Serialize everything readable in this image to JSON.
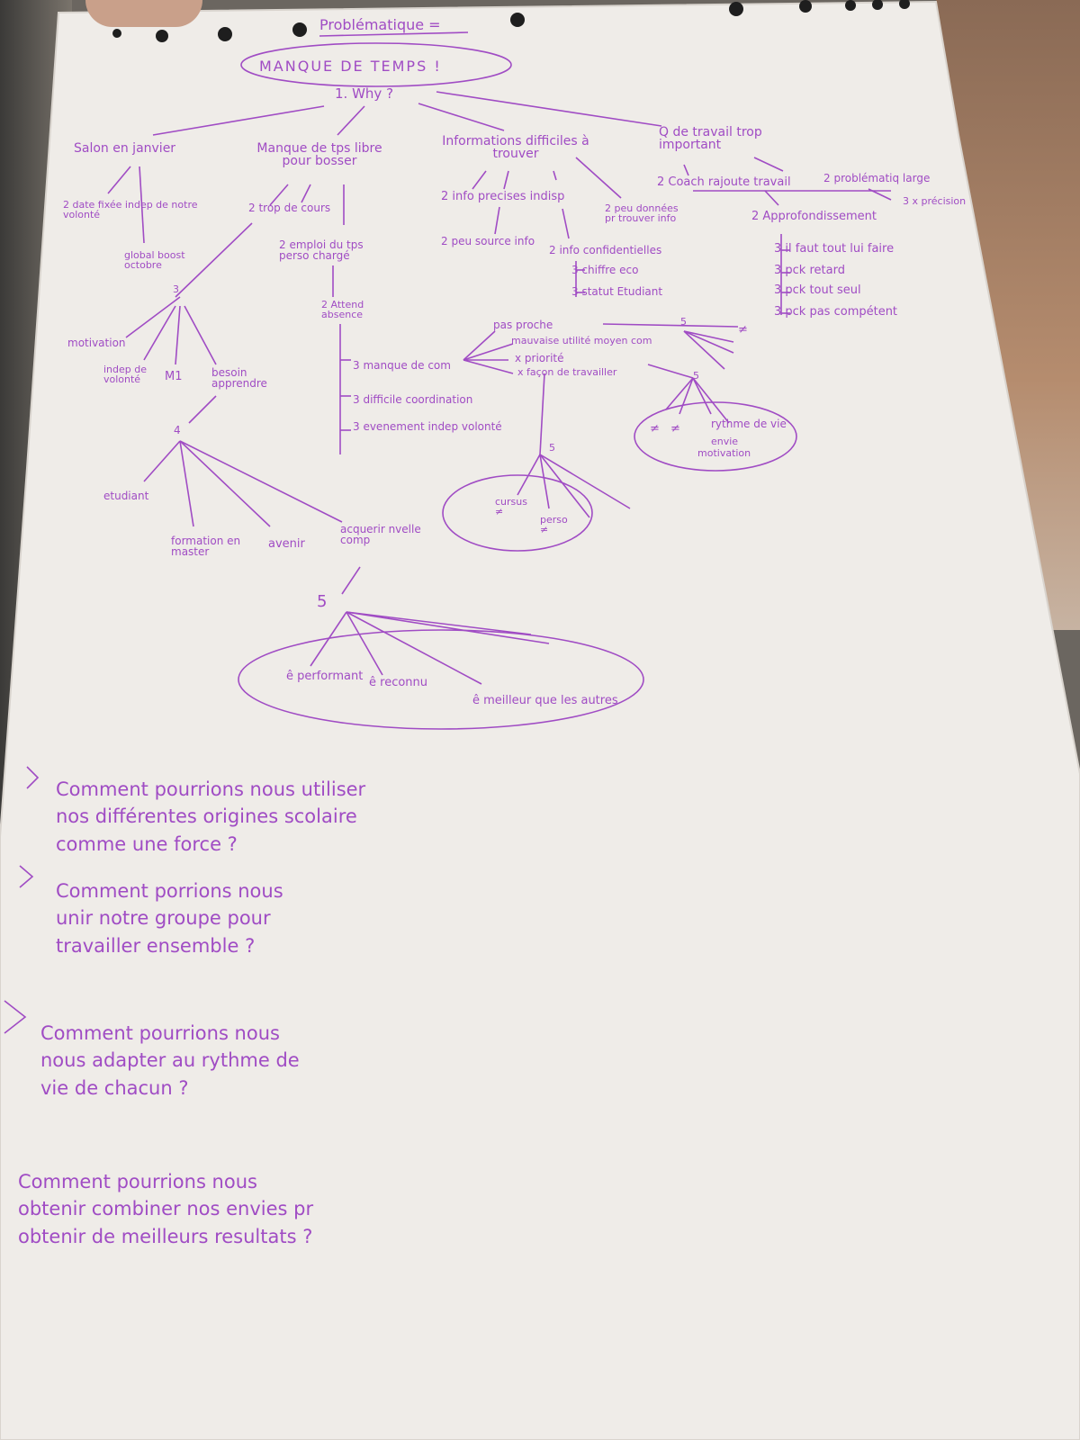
{
  "header": {
    "problematique": "Problématique =",
    "main_problem": "MANQUE DE TEMPS !",
    "why": "1. Why ?"
  },
  "branches": {
    "b1": {
      "title": "Salon en janvier",
      "sub1": "2 date fixée indep de notre volonté",
      "sub2": "global boost octobre"
    },
    "b2": {
      "title": "Manque de tps libre pour bosser",
      "sub1": "2 trop de cours",
      "sub2": "2 emploi du tps perso chargé",
      "sub3": "2 Attend absence"
    },
    "b3": {
      "title": "Informations difficiles à trouver",
      "sub1": "2 info precises indisp",
      "sub2": "2 peu source info",
      "sub3": "2 peu données pr trouver info",
      "sub4": "2 info confidentielles",
      "sub5": "3 chiffre eco",
      "sub6": "3 statut Etudiant"
    },
    "b4": {
      "title": "Q de travail trop important",
      "sub1": "2 Coach rajoute travail",
      "sub2": "2 problématiq large",
      "sub3": "2 Approfondissement",
      "sub4": "3 x précision",
      "sub5": "3 il faut tout lui faire",
      "sub6": "3 pck retard",
      "sub7": "3 pck tout seul",
      "sub8": "3 pck pas compétent"
    }
  },
  "level3": {
    "motivation": "motivation",
    "indep": "indep de volonté",
    "m1": "M1",
    "besoin": "besoin apprendre",
    "num3": "3",
    "num4": "4",
    "etudiant": "etudiant",
    "formation": "formation en master",
    "avenir": "avenir",
    "acquerir": "acquerir nvelle comp",
    "num5": "5"
  },
  "center": {
    "manque_com": "3 manque de com",
    "difficile": "3 difficile coordination",
    "evenement": "3 evenement indep volonté",
    "pas_proche": "pas proche",
    "mauvaise": "mauvaise utilité moyen com",
    "x_priorite": "x priorité",
    "x_facon": "x façon de travailler",
    "cursus": "cursus ≠",
    "perso": "perso ≠",
    "rythme": "rythme de vie",
    "envie": "envie",
    "motivation2": "motivation",
    "neq1": "≠",
    "neq2": "≠",
    "neq3": "≠",
    "five1": "5",
    "five2": "5",
    "five3": "5"
  },
  "bottom_cluster": {
    "performant": "ê performant",
    "reconnu": "ê reconnu",
    "meilleur": "ê meilleur que les autres"
  },
  "questions": [
    "Comment pourrions nous utiliser nos différentes origines scolaire comme une force ?",
    "Comment porrions nous unir notre groupe pour travailler ensemble ?",
    "Comment pourrions nous nous adapter au rythme de vie de chacun ?",
    "Comment pourrions nous obtenir combiner nos envies pr obtenir de meilleurs resultats ?"
  ],
  "colors": {
    "ink": "#a04cc4",
    "paper": "#f1efec"
  }
}
